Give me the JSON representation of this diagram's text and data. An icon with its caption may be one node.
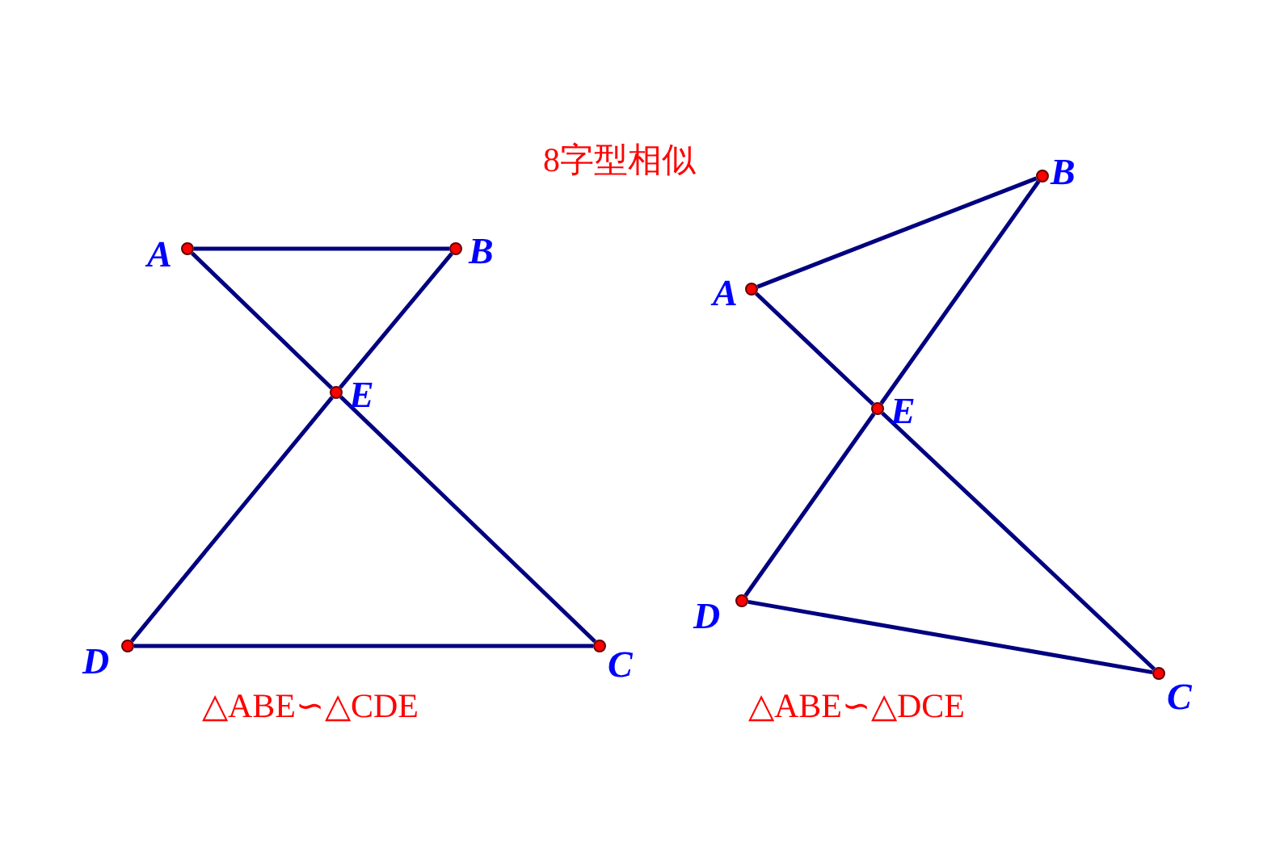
{
  "diagram": {
    "title": "8字型相似",
    "nodes": [
      {
        "text": [],
        "shape": "circle",
        "beside": [
          "A"
        ]
      },
      {
        "text": [],
        "shape": "circle",
        "beside": [
          "B"
        ]
      },
      {
        "text": [],
        "shape": "circle",
        "beside": [
          "E"
        ]
      },
      {
        "text": [],
        "shape": "circle",
        "beside": [
          "D"
        ]
      },
      {
        "text": [],
        "shape": "circle",
        "beside": [
          "C"
        ]
      },
      {
        "text": [],
        "shape": "circle",
        "beside": [
          "A"
        ]
      },
      {
        "text": [],
        "shape": "circle",
        "beside": [
          "B"
        ]
      },
      {
        "text": [],
        "shape": "circle",
        "beside": [
          "E"
        ]
      },
      {
        "text": [],
        "shape": "circle",
        "beside": [
          "D"
        ]
      },
      {
        "text": [],
        "shape": "circle",
        "beside": [
          "C"
        ]
      }
    ],
    "edges": [
      {
        "from": 0,
        "to": 1,
        "arrow": "none"
      },
      {
        "from": 0,
        "to": 2,
        "arrow": "none"
      },
      {
        "from": 2,
        "to": 4,
        "arrow": "none"
      },
      {
        "from": 1,
        "to": 2,
        "arrow": "none"
      },
      {
        "from": 2,
        "to": 3,
        "arrow": "none"
      },
      {
        "from": 3,
        "to": 4,
        "arrow": "none"
      },
      {
        "from": 5,
        "to": 6,
        "arrow": "none"
      },
      {
        "from": 5,
        "to": 7,
        "arrow": "none"
      },
      {
        "from": 7,
        "to": 9,
        "arrow": "none"
      },
      {
        "from": 6,
        "to": 7,
        "arrow": "none"
      },
      {
        "from": 7,
        "to": 8,
        "arrow": "none"
      },
      {
        "from": 8,
        "to": 9,
        "arrow": "none"
      }
    ],
    "labels": [
      "△ABE∽△CDE",
      "△ABE∽△DCE"
    ]
  }
}
